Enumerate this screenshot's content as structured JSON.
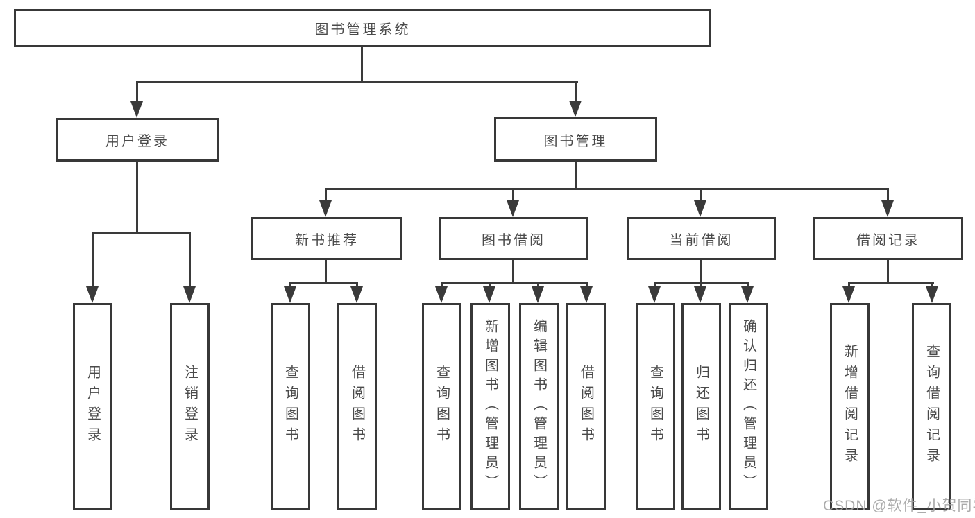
{
  "diagram": {
    "title": "图书管理系统",
    "type": "hierarchy-tree",
    "root": {
      "label": "图书管理系统"
    },
    "level2": [
      {
        "label": "用户登录",
        "parent": "图书管理系统"
      },
      {
        "label": "图书管理",
        "parent": "图书管理系统"
      }
    ],
    "level3": [
      {
        "label": "新书推荐",
        "parent": "图书管理"
      },
      {
        "label": "图书借阅",
        "parent": "图书管理"
      },
      {
        "label": "当前借阅",
        "parent": "图书管理"
      },
      {
        "label": "借阅记录",
        "parent": "图书管理"
      }
    ],
    "leaves": [
      {
        "label": "用户登录",
        "parent": "用户登录"
      },
      {
        "label": "注销登录",
        "parent": "用户登录"
      },
      {
        "label": "查询图书",
        "parent": "新书推荐"
      },
      {
        "label": "借阅图书",
        "parent": "新书推荐"
      },
      {
        "label": "查询图书",
        "parent": "图书借阅"
      },
      {
        "label": "新增图书（管理员）",
        "parent": "图书借阅"
      },
      {
        "label": "编辑图书（管理员）",
        "parent": "图书借阅"
      },
      {
        "label": "借阅图书",
        "parent": "图书借阅"
      },
      {
        "label": "查询图书",
        "parent": "当前借阅"
      },
      {
        "label": "归还图书",
        "parent": "当前借阅"
      },
      {
        "label": "确认归还（管理员）",
        "parent": "当前借阅"
      },
      {
        "label": "新增借阅记录",
        "parent": "借阅记录"
      },
      {
        "label": "查询借阅记录",
        "parent": "借阅记录"
      }
    ],
    "colors": {
      "line": "#3a3a3a",
      "box_border": "#383838",
      "text": "#4a4a4a",
      "background": "#ffffff",
      "watermark": "#a2a2a2"
    }
  },
  "watermark": {
    "text": "CSDN @软件_小贺同学"
  }
}
